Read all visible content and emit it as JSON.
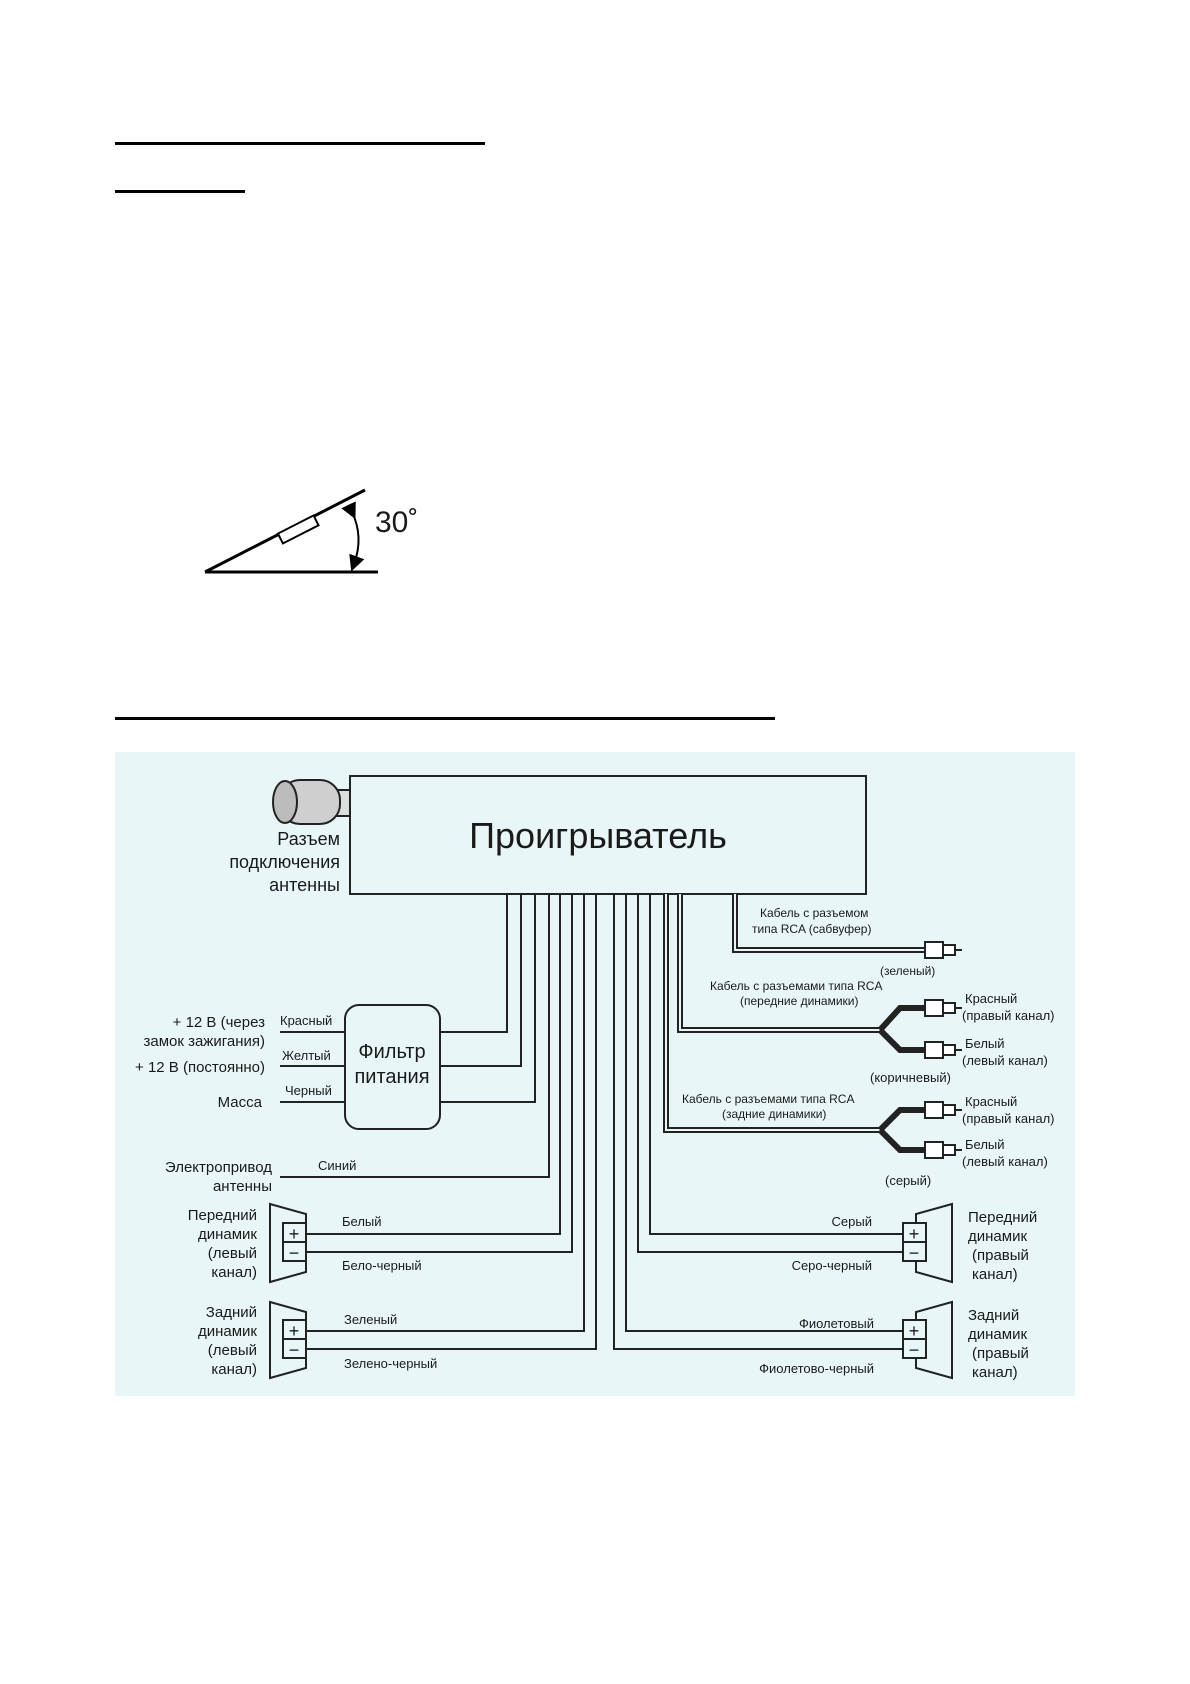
{
  "angle_figure": {
    "label": "30˚"
  },
  "diagram": {
    "colors": {
      "panel_bg": "#e8f6f8",
      "line": "#222222"
    },
    "player": {
      "label": "Проигрыватель"
    },
    "antenna": {
      "label_lines": [
        "Разъем",
        "подключения",
        "антенны"
      ]
    },
    "filter": {
      "label_lines": [
        "Фильтр",
        "питания"
      ]
    },
    "power_inputs": [
      {
        "label_lines": [
          "+ 12 В (через",
          "замок зажигания)"
        ],
        "wire": "Красный"
      },
      {
        "label_lines": [
          "+ 12 В (постоянно)"
        ],
        "wire": "Желтый"
      },
      {
        "label_lines": [
          "Масса"
        ],
        "wire": "Черный"
      }
    ],
    "antenna_drive": {
      "label_lines": [
        "Электропривод",
        "антенны"
      ],
      "wire": "Синий"
    },
    "speakers_left": [
      {
        "label_lines": [
          "Передний",
          "динамик",
          "(левый",
          "канал)"
        ],
        "wire_plus": "Белый",
        "wire_minus": "Бело-черный"
      },
      {
        "label_lines": [
          "Задний",
          "динамик",
          "(левый",
          "канал)"
        ],
        "wire_plus": "Зеленый",
        "wire_minus": "Зелено-черный"
      }
    ],
    "speakers_right": [
      {
        "label_lines": [
          "Передний",
          "динамик",
          "(правый",
          "канал)"
        ],
        "wire_plus": "Серый",
        "wire_minus": "Серо-черный"
      },
      {
        "label_lines": [
          "Задний",
          "динамик",
          "(правый",
          "канал)"
        ],
        "wire_plus": "Фиолетовый",
        "wire_minus": "Фиолетово-черный"
      }
    ],
    "polarity": {
      "plus": "+",
      "minus": "−"
    },
    "rca": {
      "subwoofer": {
        "label_lines": [
          "Кабель с разъемом",
          "типа RCA (сабвуфер)"
        ],
        "color": "(зеленый)"
      },
      "front": {
        "label_lines": [
          "Кабель с разъемами типа RCA",
          "(передние динамики)"
        ],
        "color": "(коричневый)",
        "right": [
          "Красный",
          "(правый канал)"
        ],
        "left": [
          "Белый",
          "(левый канал)"
        ]
      },
      "rear": {
        "label_lines": [
          "Кабель с разъемами типа RCA",
          "(задние динамики)"
        ],
        "color": "(серый)",
        "right": [
          "Красный",
          "(правый канал)"
        ],
        "left": [
          "Белый",
          "(левый канал)"
        ]
      }
    }
  }
}
